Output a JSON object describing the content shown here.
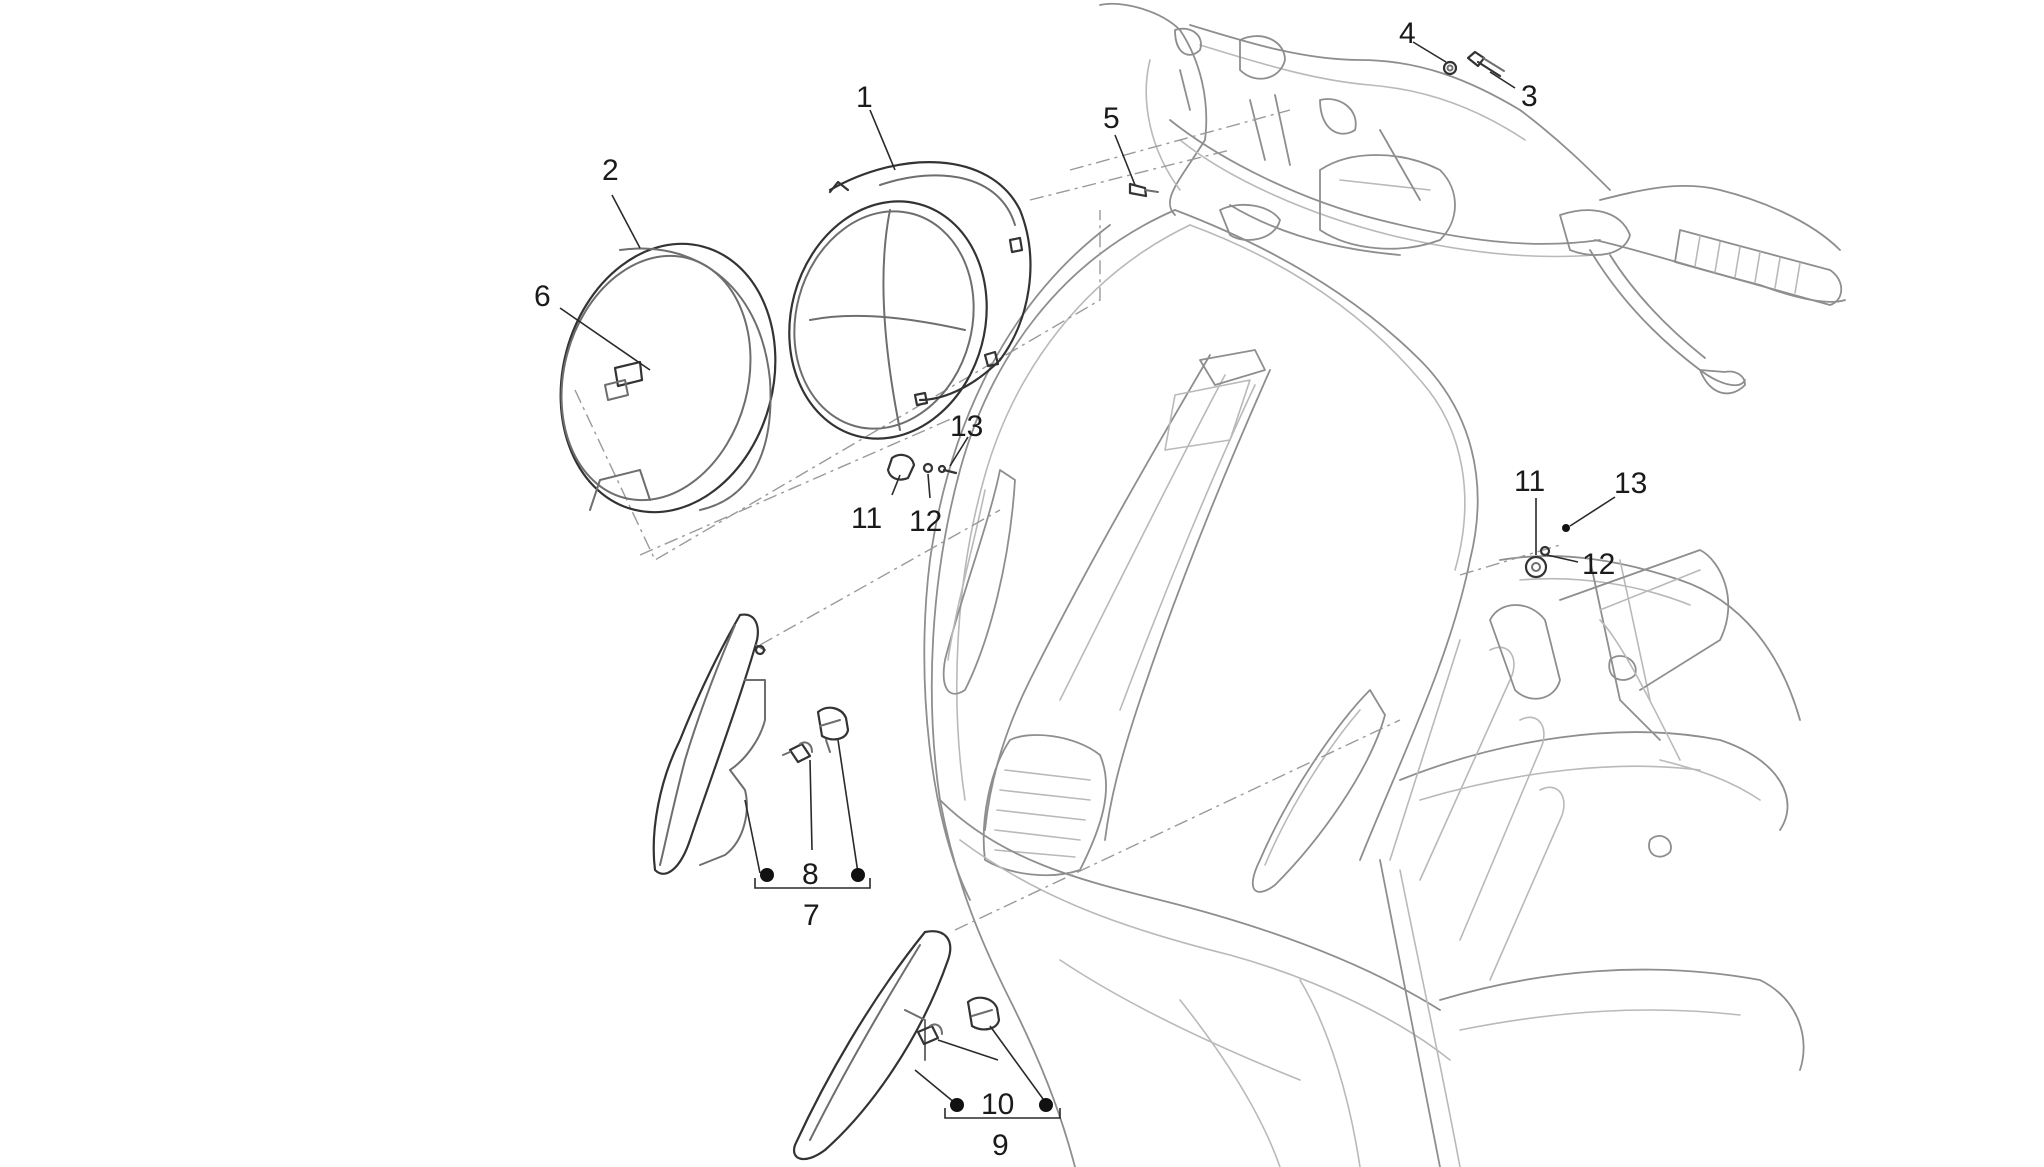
{
  "diagram": {
    "callouts": [
      {
        "id": "c1",
        "label": "1"
      },
      {
        "id": "c2",
        "label": "2"
      },
      {
        "id": "c3",
        "label": "3"
      },
      {
        "id": "c4",
        "label": "4"
      },
      {
        "id": "c5",
        "label": "5"
      },
      {
        "id": "c6",
        "label": "6"
      },
      {
        "id": "c7",
        "label": "7"
      },
      {
        "id": "c8",
        "label": "8"
      },
      {
        "id": "c9",
        "label": "9"
      },
      {
        "id": "c10",
        "label": "10"
      },
      {
        "id": "c11a",
        "label": "11"
      },
      {
        "id": "c12a",
        "label": "12"
      },
      {
        "id": "c13a",
        "label": "13"
      },
      {
        "id": "c11b",
        "label": "11"
      },
      {
        "id": "c12b",
        "label": "12"
      },
      {
        "id": "c13b",
        "label": "13"
      }
    ]
  }
}
